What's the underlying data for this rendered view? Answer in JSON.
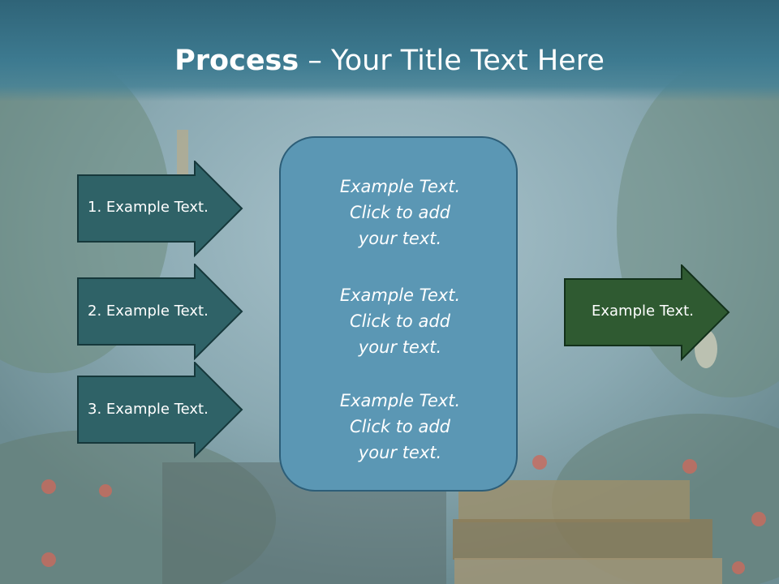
{
  "slide": {
    "title_bold": "Process",
    "title_rest": " – Your Title Text Here"
  },
  "inputs": [
    {
      "label": "1. Example Text."
    },
    {
      "label": "2. Example Text."
    },
    {
      "label": "3. Example Text."
    }
  ],
  "center": {
    "blocks": [
      {
        "line1": "Example Text.",
        "line2": "Click  to add",
        "line3": "your text."
      },
      {
        "line1": "Example Text.",
        "line2": "Click  to add",
        "line3": "your text."
      },
      {
        "line1": "Example Text.",
        "line2": "Click  to add",
        "line3": "your text."
      }
    ]
  },
  "output": {
    "label": "Example Text."
  },
  "colors": {
    "input_arrow": "#2f6267",
    "output_arrow": "#2f5a31",
    "center_box": "#5b97b4",
    "title_band": "#3d7a90"
  }
}
